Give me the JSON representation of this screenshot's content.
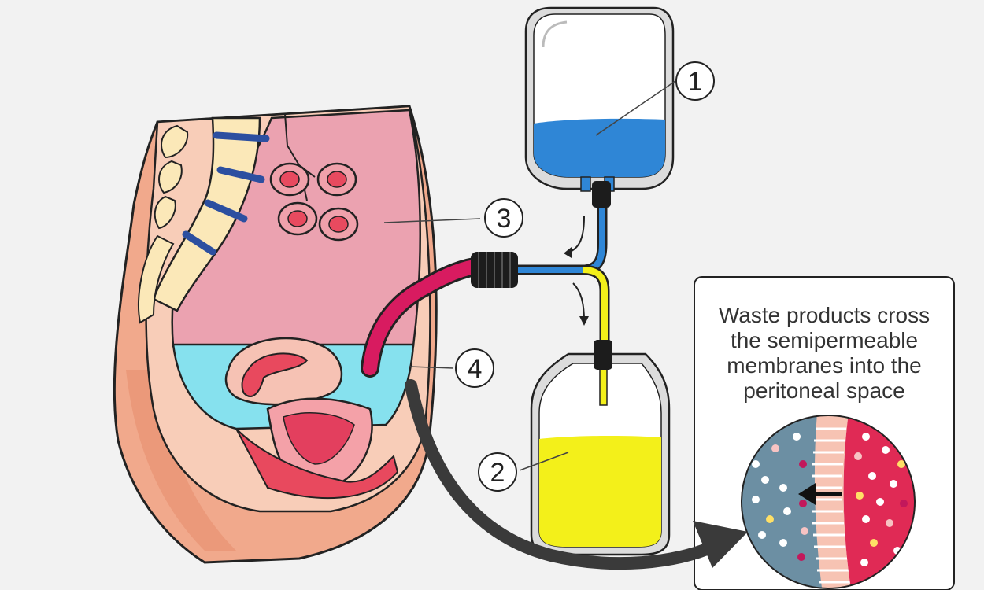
{
  "labels": {
    "bag_dialysate": "1",
    "bag_drain": "2",
    "peritoneal_cavity": "3",
    "peritoneal_membrane": "4"
  },
  "inset": {
    "caption_lines": [
      "Waste products cross",
      "the semipermeable",
      "membranes into the",
      "peritoneal space"
    ]
  },
  "colors": {
    "background": "#f2f2f2",
    "dialysate_blue": "#2f86d6",
    "waste_yellow": "#f3f01a",
    "catheter_pink": "#d81b60",
    "peritoneum_pink": "#e8a0ab",
    "fluid_cyan": "#7fe0ec",
    "skin": "#f4b8a0",
    "blood_red": "#e02a55",
    "membrane_gray": "#6c8fa3"
  }
}
